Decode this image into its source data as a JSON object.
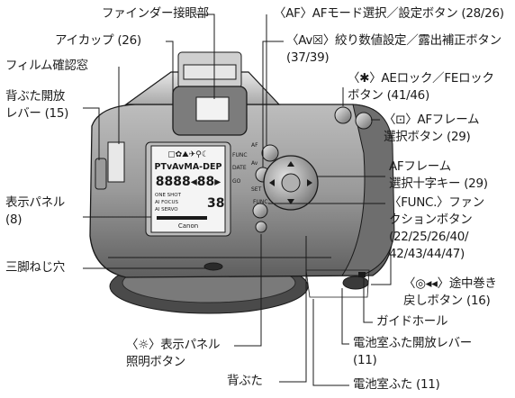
{
  "labels": {
    "finder_mount": "ファインダー接眼部",
    "eyecup": "アイカップ (26)",
    "film_window": "フィルム確認窓",
    "back_latch": "背ぶた開放\nレバー (15)",
    "display_panel": "表示パネル\n(8)",
    "tripod": "三脚ねじ穴",
    "illum": "〈☼〉表示パネル\n照明ボタン",
    "back_cover": "背ぶた",
    "af_mode": "〈AF〉AFモード選択／設定ボタン (28/26)",
    "av_btn": "〈Av☒〉絞り数値設定／露出補正ボタン\n(37/39)",
    "ae_lock": "〈✱〉AEロック／FEロック\nボタン (41/46)",
    "af_frame_btn": "〈⊡〉AFフレーム\n選択ボタン (29)",
    "cross_key": "AFフレーム\n選択十字キー (29)",
    "func_btn": "〈FUNC.〉ファン\nクションボタン\n(22/25/26/40/\n42/43/44/47)",
    "rewind": "〈◎◂◂〉途中巻き\n戻しボタン (16)",
    "guide_hole": "ガイドホール",
    "battery_lever": "電池室ふた開放レバー\n(11)",
    "battery_cover": "電池室ふた (11)"
  },
  "lcd": {
    "icons_row": "▢✿⛰✈⚲☾",
    "modes": "PTvAvMA-DEP",
    "digits": "8888◂88▸",
    "one_shot": "ONE SHOT",
    "ai_focus": "AI FOCUS",
    "ai_servo": "AI SERVO",
    "small_digits": "38",
    "brand": "Canon"
  },
  "side_buttons": {
    "func": "FUNC",
    "date": "DATE",
    "go": "GO",
    "set": "SET",
    "func2": "FUNC.",
    "af": "AF",
    "av": "Av"
  },
  "colors": {
    "ink": "#1a1a1a",
    "body_light": "#d6d6d6",
    "body_mid": "#8c8c8c",
    "body_dark": "#3a3a3a"
  }
}
